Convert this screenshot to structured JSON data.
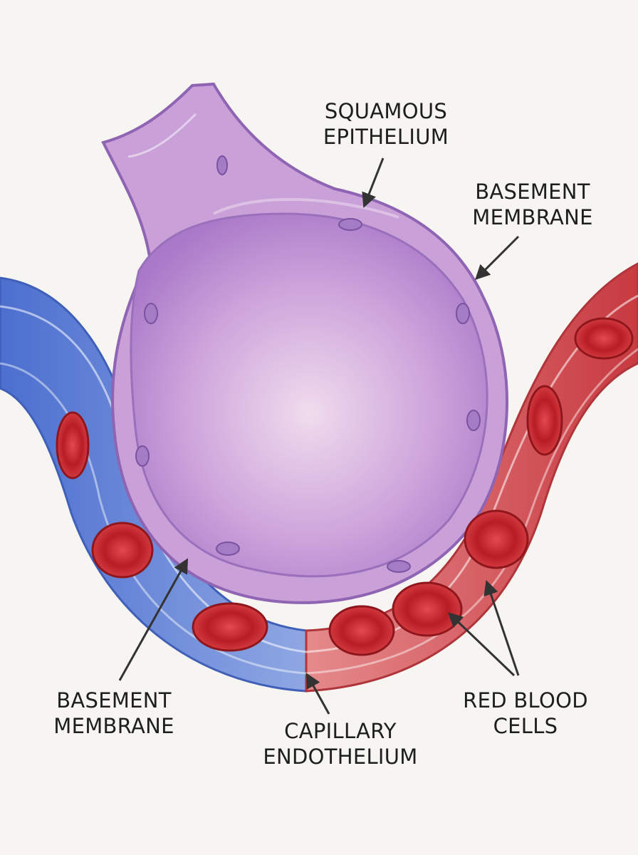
{
  "labels": {
    "squamous_epithelium": [
      "SQUAMOUS",
      "EPITHELIUM"
    ],
    "basement_membrane_top": [
      "BASEMENT",
      "MEMBRANE"
    ],
    "basement_membrane_bottom": [
      "BASEMENT",
      "MEMBRANE"
    ],
    "capillary_endothelium": [
      "CAPILLARY",
      "ENDOTHELIUM"
    ],
    "red_blood_cells": [
      "RED BLOOD",
      "CELLS"
    ]
  },
  "colors": {
    "alveolus": "#b98fd0",
    "alveolus_light": "#e9d2ea",
    "vein": "#6e8fd6",
    "artery": "#d4555a",
    "rbc": "#c8262e",
    "arrow": "#333333",
    "text": "#1e1e1e"
  }
}
